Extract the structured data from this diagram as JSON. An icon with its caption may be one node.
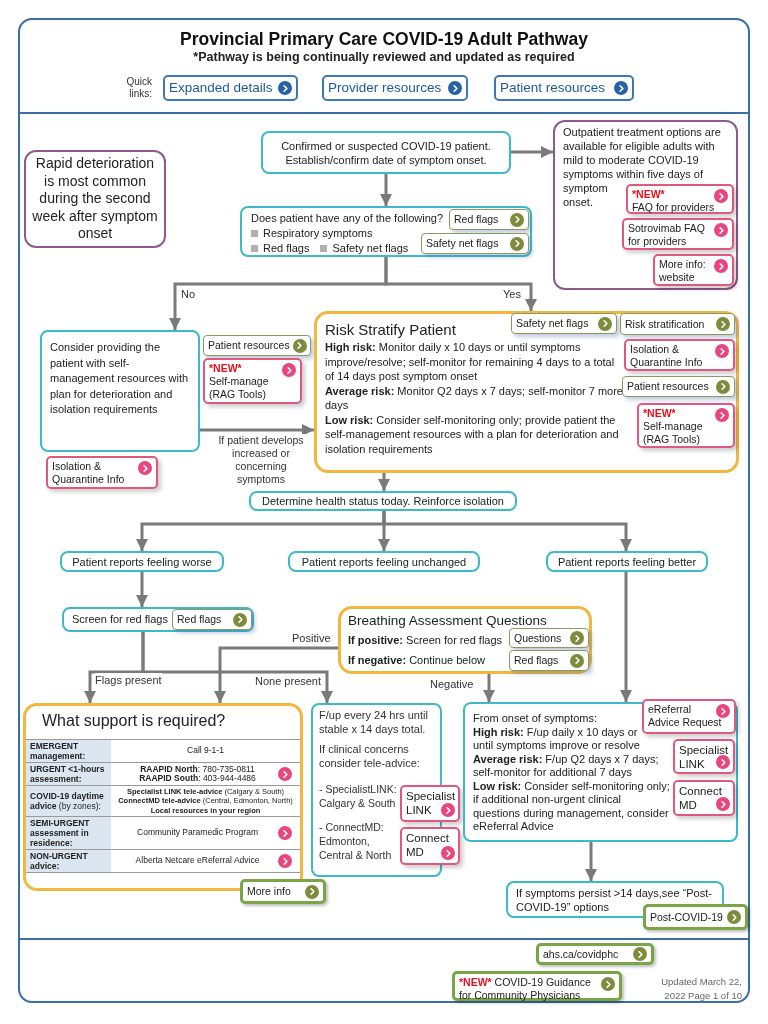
{
  "diagram": {
    "title": "Provincial Primary Care COVID-19 Adult Pathway",
    "nodes": [
      {
        "text": [
          "Expanded details"
        ]
      },
      {
        "text": [
          "Provider resources"
        ]
      },
      {
        "text": [
          "Patient resources"
        ]
      },
      {
        "text": [
          "Rapid deterioration is most common during the second week after symptom onset"
        ]
      },
      {
        "text": [
          "Confirmed or suspected COVID-19 patient. Establish/confirm date of symptom onset."
        ]
      },
      {
        "text": [
          "Outpatient treatment options are available for eligible adults with mild to moderate COVID-19 symptoms within five days of symptom onset."
        ]
      },
      {
        "text": [
          "*NEW*",
          "FAQ for providers"
        ],
        "in": 5
      },
      {
        "text": [
          "Sotrovimab FAQ for providers"
        ],
        "in": 5
      },
      {
        "text": [
          "More info: website"
        ],
        "in": 5
      },
      {
        "text": [
          "Does patient have any of the following?",
          "Respiratory symptoms",
          "Red flags",
          "Safety net flags"
        ]
      },
      {
        "text": [
          "Red flags"
        ],
        "in": 9
      },
      {
        "text": [
          "Safety net flags"
        ],
        "in": 9
      },
      {
        "text": [
          "Consider providing the patient with self-management resources with plan for deterioration and isolation requirements"
        ]
      },
      {
        "text": [
          "Patient resources"
        ]
      },
      {
        "text": [
          "*NEW*",
          "Self-manage (RAG Tools)"
        ]
      },
      {
        "text": [
          "Isolation & Quarantine Info"
        ]
      },
      {
        "text": [
          "Risk Stratify Patient",
          "**High risk:** Monitor daily x 10 days or until symptoms improve/resolve; self-monitor for remaining 4 days to a total of 14 days post symptom onset",
          "**Average risk:** Monitor Q2 days x 7 days; self-monitor 7 more days",
          "**Low risk:** Consider self-monitoring only; provide patient the self-management resources with a plan for deterioration and isolation requirements"
        ]
      },
      {
        "text": [
          "Safety net flags"
        ],
        "in": 16
      },
      {
        "text": [
          "Risk stratification"
        ],
        "in": 16
      },
      {
        "text": [
          "Isolation & Quarantine Info"
        ],
        "in": 16
      },
      {
        "text": [
          "Patient resources"
        ],
        "in": 16
      },
      {
        "text": [
          "*NEW*",
          "Self-manage (RAG Tools)"
        ],
        "in": 16
      },
      {
        "text": [
          "Determine health status today. Reinforce isolation"
        ]
      },
      {
        "text": [
          "Patient reports feeling worse"
        ]
      },
      {
        "text": [
          "Patient reports feeling unchanged"
        ]
      },
      {
        "text": [
          "Patient reports feeling better"
        ]
      },
      {
        "text": [
          "Screen for red flags"
        ]
      },
      {
        "text": [
          "Red flags"
        ],
        "in": 26
      },
      {
        "text": [
          "Breathing Assessment Questions",
          "**If positive:** Screen for red flags",
          "**If negative:** Continue below"
        ]
      },
      {
        "text": [
          "Questions"
        ],
        "in": 28
      },
      {
        "text": [
          "Red flags"
        ],
        "in": 28
      },
      {
        "text": [
          "What support is required?"
        ]
      },
      {
        "text": [
          "More info"
        ]
      },
      {
        "text": [
          "F/up every 24 hrs until stable x 14 days total.",
          "If clinical concerns consider tele-advice:",
          "- SpecialistLINK: Calgary & South",
          "- ConnectMD: Edmonton, Central & North"
        ]
      },
      {
        "text": [
          "Specialist LINK"
        ]
      },
      {
        "text": [
          "Connect MD"
        ]
      },
      {
        "text": [
          "From onset of symptoms:",
          "**High risk:** F/up daily x 10 days or until symptoms improve or resolve",
          "**Average risk:** F/up Q2 days x 7 days; self-monitor for additional 7 days",
          "**Low risk:** Consider self-monitoring only; if additional non-urgent clinical questions during management, consider eReferral Advice"
        ]
      },
      {
        "text": [
          "eReferral Advice Request"
        ],
        "in": 36
      },
      {
        "text": [
          "Specialist LINK"
        ],
        "in": 36
      },
      {
        "text": [
          "Connect MD"
        ],
        "in": 36
      },
      {
        "text": [
          "If symptoms persist >14 days,see “Post-COVID-19” options"
        ]
      },
      {
        "text": [
          "Post-COVID-19"
        ]
      },
      {
        "text": [
          "ahs.ca/covidphc"
        ]
      },
      {
        "text": [
          "*NEW*",
          "COVID-19 Guidance for Community Physicians"
        ]
      }
    ],
    "edges": [
      {
        "from": 4,
        "to": 5,
        "arrow": "to"
      },
      {
        "from": 4,
        "to": 9,
        "arrow": "to"
      },
      {
        "from": 9,
        "to": 12,
        "arrow": "to",
        "label": "No"
      },
      {
        "from": 9,
        "to": 16,
        "arrow": "to",
        "label": "Yes"
      },
      {
        "from": 12,
        "to": 16,
        "arrow": "to",
        "label": "If patient develops increased or concerning symptoms"
      },
      {
        "from": 16,
        "to": 22,
        "arrow": "to"
      },
      {
        "from": 22,
        "to": 23,
        "arrow": "to"
      },
      {
        "from": 22,
        "to": 24,
        "arrow": "to"
      },
      {
        "from": 22,
        "to": 25,
        "arrow": "to"
      },
      {
        "from": 23,
        "to": 26,
        "arrow": "to"
      },
      {
        "from": 26,
        "to": 31,
        "arrow": "to",
        "label": "Flags present"
      },
      {
        "from": 26,
        "to": 33,
        "arrow": "to",
        "label": "None present"
      },
      {
        "from": 28,
        "to": 31,
        "arrow": "to",
        "label": "Positive"
      },
      {
        "from": 28,
        "to": 36,
        "arrow": "to",
        "label": "Negative"
      },
      {
        "from": 25,
        "to": 36,
        "arrow": "to"
      },
      {
        "from": 36,
        "to": 40,
        "arrow": "to"
      }
    ],
    "labels": [
      "*Pathway is being continually reviewed and updated as required",
      "Quick links:",
      "EMERGENT management:",
      "Call 9-1-1",
      "URGENT <1-hours assessment:",
      "**RAAPID North**: 780-735-0811",
      "**RAAPID South**: 403-944-4486",
      "**COVID-19 daytime advice** (by zones):",
      "**Specialist LINK tele-advice** (Calgary & South)",
      "**ConnectMD tele-advice** (Central, Edmonton, North)",
      "Local resources in your region",
      "SEMI-URGENT assessment in residence:",
      "Community Paramedic Program",
      "NON-URGENT advice:",
      "Alberta Netcare eReferral Advice",
      "Updated March 22, 2022 Page 1 of 10"
    ]
  }
}
